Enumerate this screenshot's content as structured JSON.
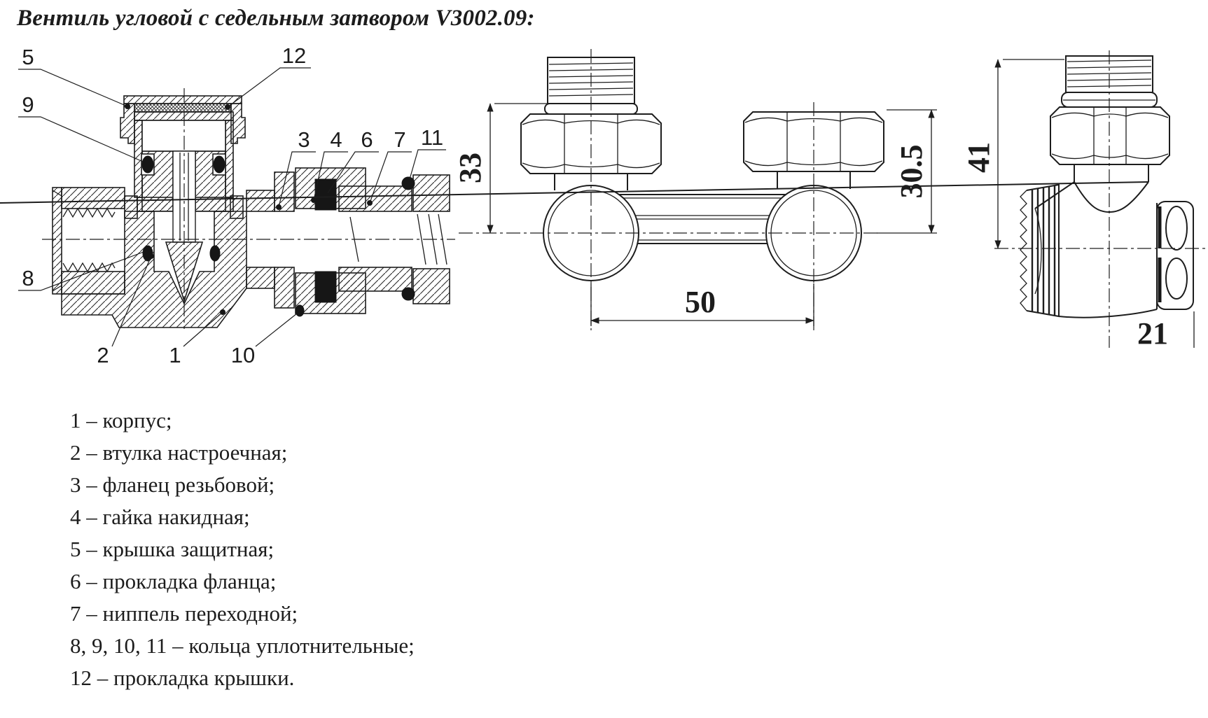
{
  "title": "Вентиль угловой с седельным затвором V3002.09:",
  "product_code": "V3002.09",
  "cross_section": {
    "description": "sectional view of angle valve",
    "callouts": [
      {
        "label": "5"
      },
      {
        "label": "12"
      },
      {
        "label": "9"
      },
      {
        "label": "8"
      },
      {
        "label": "2"
      },
      {
        "label": "1"
      },
      {
        "label": "10"
      },
      {
        "label": "3"
      },
      {
        "label": "4"
      },
      {
        "label": "6"
      },
      {
        "label": "7"
      },
      {
        "label": "11"
      }
    ]
  },
  "front_view": {
    "dims": {
      "height": "33",
      "center_distance": "50",
      "right_height": "30.5"
    }
  },
  "side_view": {
    "dims": {
      "height": "41",
      "depth": "21"
    }
  },
  "legend": {
    "items": [
      {
        "label": "1",
        "name": "корпус",
        "text": "1 – корпус;"
      },
      {
        "label": "2",
        "name": "втулка настроечная",
        "text": "2 – втулка настроечная;"
      },
      {
        "label": "3",
        "name": "фланец резьбовой",
        "text": "3 – фланец резьбовой;"
      },
      {
        "label": "4",
        "name": "гайка накидная",
        "text": "4 – гайка накидная;"
      },
      {
        "label": "5",
        "name": "крышка защитная",
        "text": "5 – крышка защитная;"
      },
      {
        "label": "6",
        "name": "прокладка фланца",
        "text": "6 – прокладка фланца;"
      },
      {
        "label": "7",
        "name": "ниппель переходной",
        "text": "7 – ниппель переходной;"
      },
      {
        "label": "8, 9, 10, 11",
        "name": "кольца уплотнительные",
        "text": "8, 9, 10, 11 – кольца уплотнительные;"
      },
      {
        "label": "12",
        "name": "прокладка крышки",
        "text": "12 – прокладка крышки."
      }
    ]
  },
  "colors": {
    "ink": "#1c1c1c",
    "background": "#ffffff"
  }
}
